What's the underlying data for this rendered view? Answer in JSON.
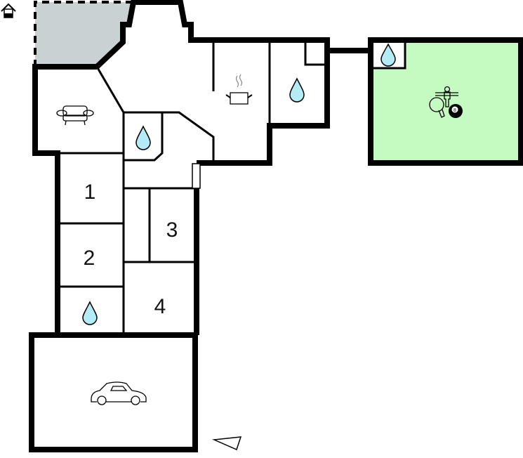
{
  "colors": {
    "terrace": "#c9d1d2",
    "activity_room": "#c4fbc0",
    "water": "#b3ecf6",
    "wall": "#000000"
  },
  "rooms": {
    "bedroom_1": {
      "label": "1"
    },
    "bedroom_2": {
      "label": "2"
    },
    "bedroom_3": {
      "label": "3"
    },
    "bedroom_4": {
      "label": "4"
    },
    "pool_ball": {
      "label": "8"
    }
  },
  "icons": [
    "house-entrance-icon",
    "sofa-icon",
    "cooking-pot-icon",
    "water-drop-icon",
    "table-football-icon",
    "table-tennis-icon",
    "billiard-ball-icon",
    "car-icon",
    "compass-north-icon"
  ]
}
